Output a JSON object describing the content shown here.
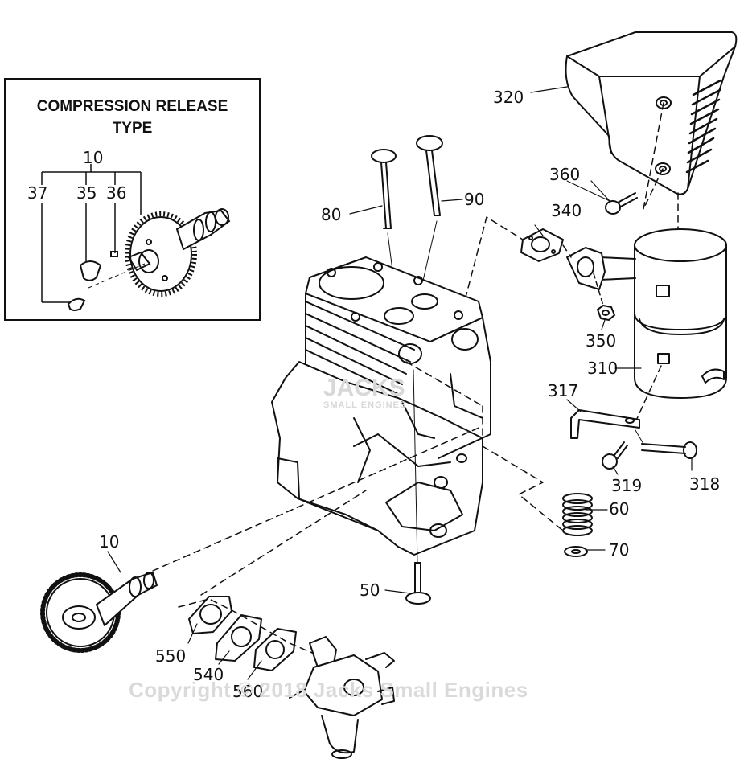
{
  "inset": {
    "title_line1": "COMPRESSION RELEASE",
    "title_line2": "TYPE"
  },
  "labels": {
    "p10_inset": "10",
    "p37": "37",
    "p35": "35",
    "p36": "36",
    "p80": "80",
    "p90": "90",
    "p340": "340",
    "p320": "320",
    "p360": "360",
    "p350": "350",
    "p310": "310",
    "p317": "317",
    "p319": "319",
    "p318": "318",
    "p60": "60",
    "p70": "70",
    "p10": "10",
    "p50": "50",
    "p550": "550",
    "p540": "540",
    "p560": "560"
  },
  "watermark": {
    "copyright": "Copyright © 2018 Jacks Small Engines",
    "logo_text": "JACKS",
    "logo_sub": "SMALL ENGINES"
  },
  "colors": {
    "line": "#111111",
    "watermark": "#d8d8d8"
  }
}
